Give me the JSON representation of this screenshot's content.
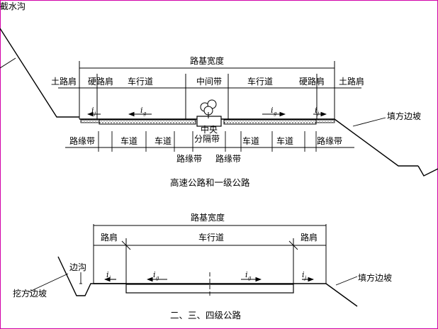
{
  "colors": {
    "frame": "#d100a8",
    "line": "#000000"
  },
  "top": {
    "ditch_label": "截水沟",
    "width_label": "路基宽度",
    "soil_shoulder_left": "土路肩",
    "hard_shoulder_left": "硬路肩",
    "carriageway_left": "车行道",
    "median": "中间带",
    "carriageway_right": "车行道",
    "hard_shoulder_right": "硬路肩",
    "soil_shoulder_right": "土路肩",
    "central_line1": "中央",
    "central_line2": "分隔带",
    "curb_strip_l1": "路缘带",
    "lane_l1": "车道",
    "lane_l2": "车道",
    "curb_strip_ml": "路缘带",
    "curb_strip_mr": "路缘带",
    "lane_r1": "车道",
    "lane_r2": "车道",
    "curb_strip_r": "路缘带",
    "fill_slope": "填方边坡",
    "slope_j": "i",
    "slope_g": "i",
    "sub_j": "j",
    "sub_g": "g",
    "caption": "高速公路和一级公路"
  },
  "bottom": {
    "width_label": "路基宽度",
    "shoulder_left": "路肩",
    "carriageway": "车行道",
    "shoulder_right": "路肩",
    "side_ditch": "边沟",
    "cut_slope": "挖方边坡",
    "fill_slope": "填方边坡",
    "slope_j": "i",
    "slope_g": "i",
    "sub_j": "j",
    "sub_g": "g",
    "caption": "二、三、四级公路"
  }
}
